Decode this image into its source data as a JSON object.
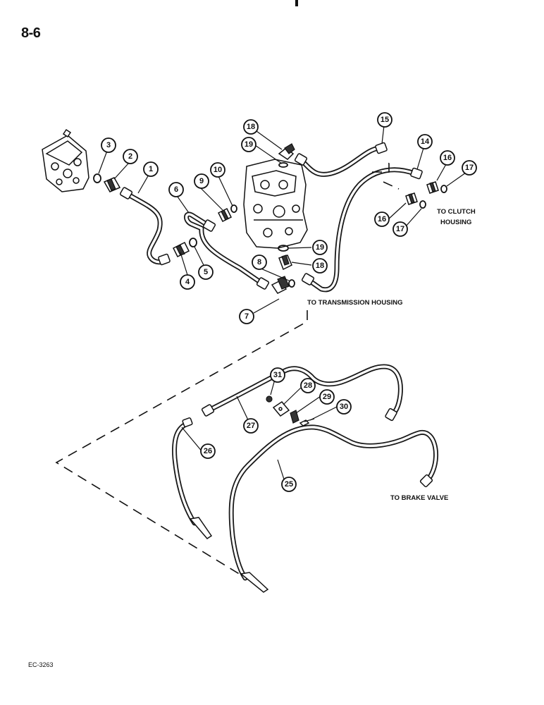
{
  "page": {
    "number": "8-6",
    "code": "EC-3263"
  },
  "notes": {
    "clutch_line1": "TO CLUTCH",
    "clutch_line2": "HOUSING",
    "transmission": "TO TRANSMISSION HOUSING",
    "brake": "TO BRAKE VALVE"
  },
  "callouts": [
    "1",
    "2",
    "3",
    "4",
    "5",
    "6",
    "7",
    "8",
    "9",
    "10",
    "14",
    "15",
    "16",
    "16",
    "17",
    "17",
    "18",
    "18",
    "19",
    "19",
    "25",
    "26",
    "27",
    "28",
    "29",
    "30",
    "31"
  ]
}
